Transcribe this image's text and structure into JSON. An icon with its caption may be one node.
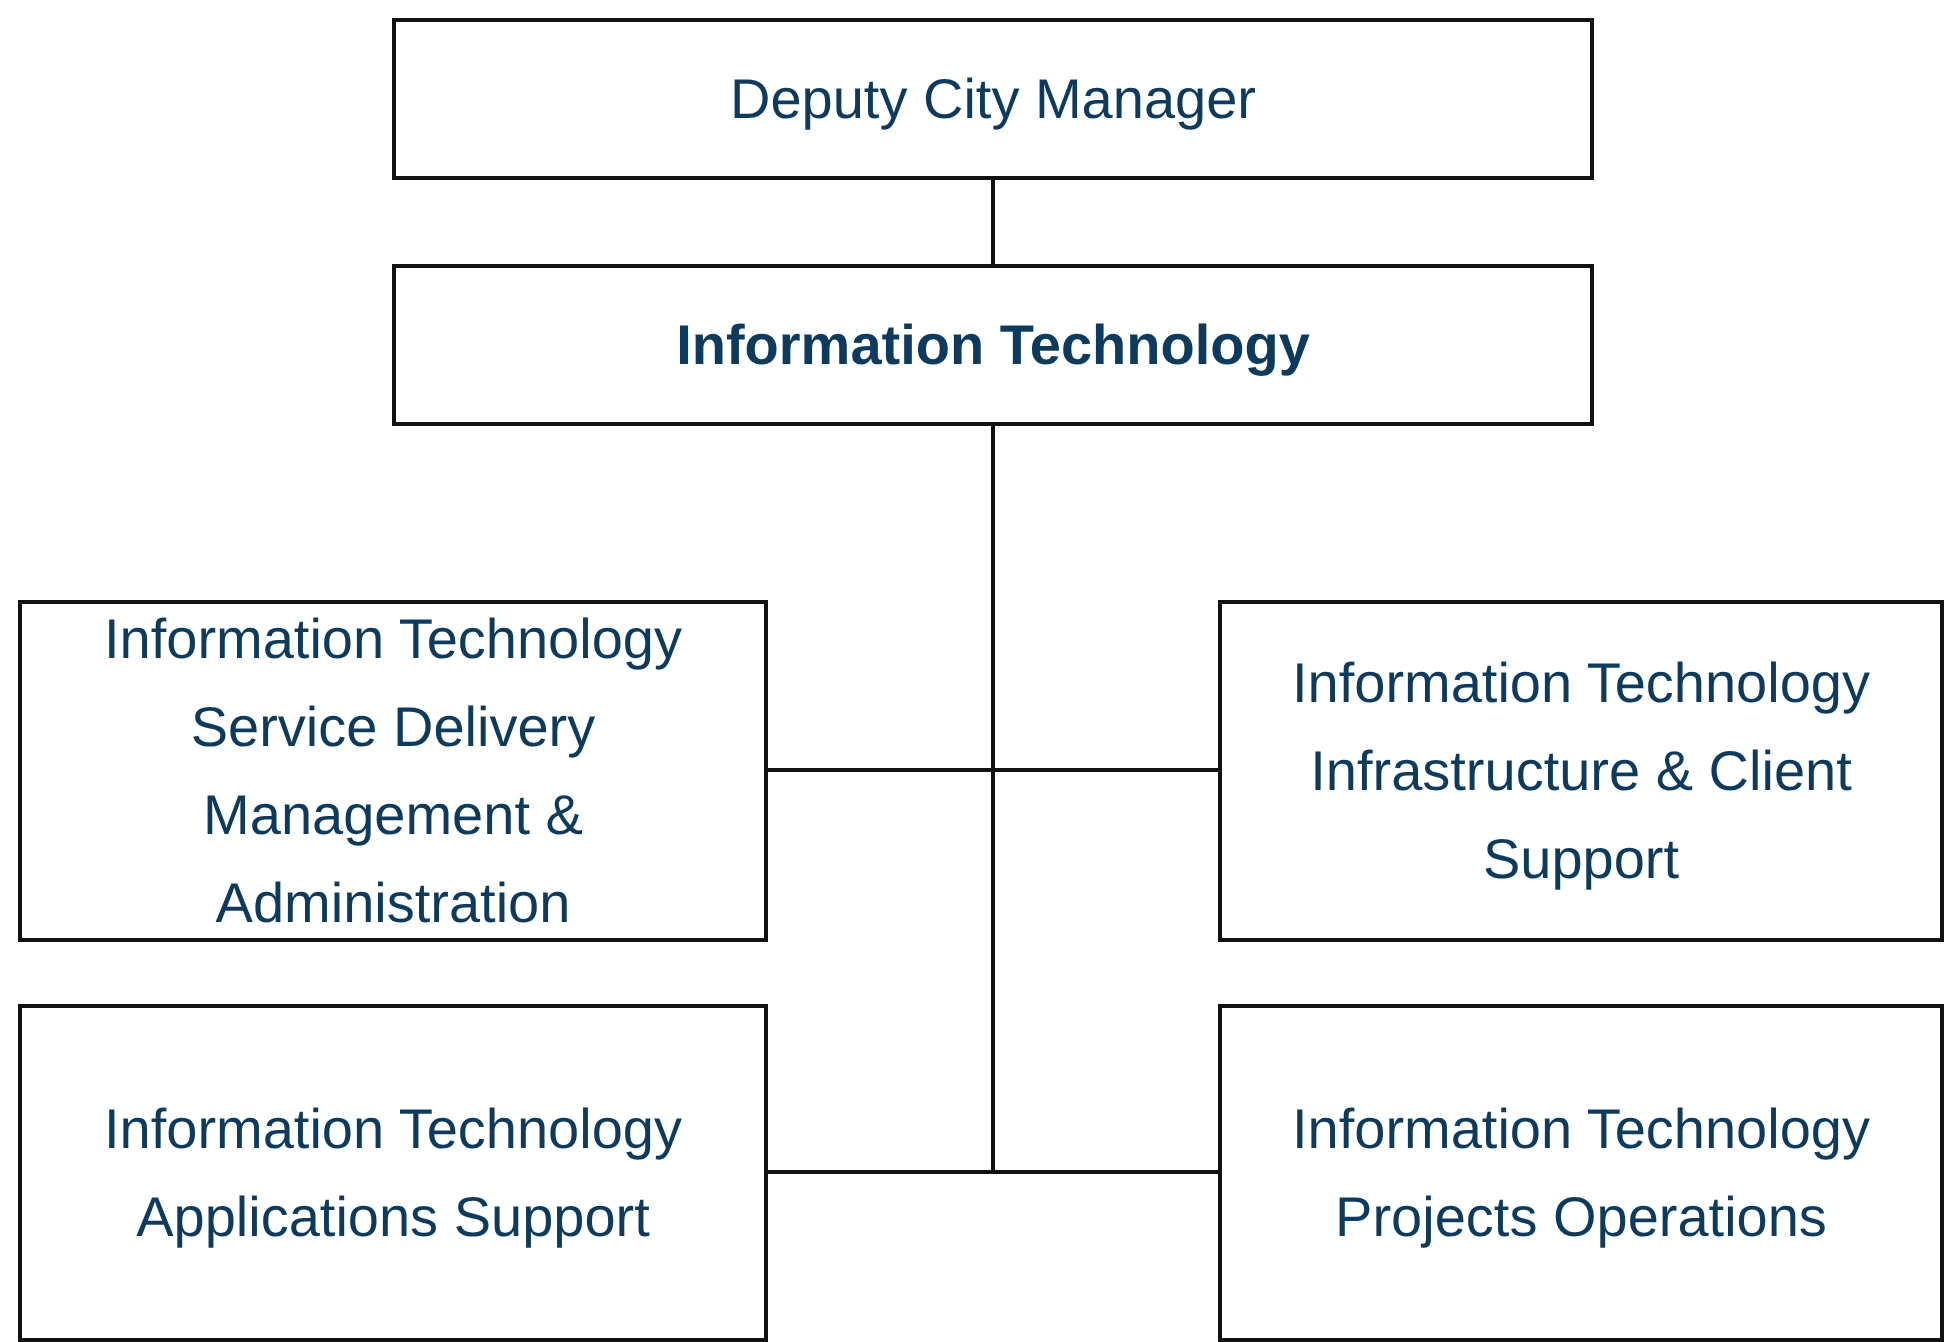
{
  "diagram": {
    "nodes": [
      {
        "text": [
          "Deputy City Manager"
        ]
      },
      {
        "text": [
          "Information Technology"
        ]
      },
      {
        "text": [
          "Information Technology Service Delivery Management & Administration"
        ]
      },
      {
        "text": [
          "Information Technology Infrastructure & Client Support"
        ]
      },
      {
        "text": [
          "Information Technology Applications Support"
        ]
      },
      {
        "text": [
          "Information Technology Projects Operations"
        ]
      }
    ],
    "edges": [
      {
        "from": 0,
        "to": 1,
        "arrow": "none"
      },
      {
        "from": 1,
        "to": 2,
        "arrow": "none"
      },
      {
        "from": 1,
        "to": 3,
        "arrow": "none"
      },
      {
        "from": 1,
        "to": 4,
        "arrow": "none"
      },
      {
        "from": 1,
        "to": 5,
        "arrow": "none"
      }
    ]
  }
}
